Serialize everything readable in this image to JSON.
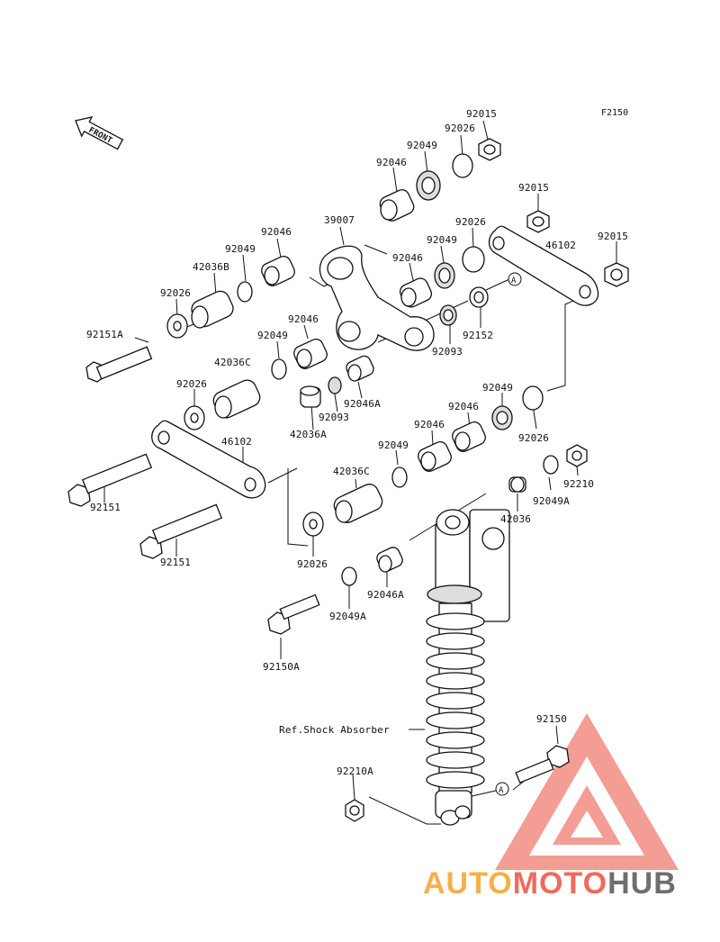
{
  "diagram": {
    "code": "F2150",
    "front_label": "FRONT",
    "ref_label": "Ref.Shock Absorber",
    "ref_marker": "A",
    "labels": {
      "p92015a": "92015",
      "p92026a": "92026",
      "p92049a": "92049",
      "p92046a": "92046",
      "p39007": "39007",
      "p92046b": "92046",
      "p92049b": "92049",
      "p42036b": "42036B",
      "p92026b": "92026",
      "p92151a": "92151A",
      "p92015b": "92015",
      "p92026c": "92026",
      "p46102a": "46102",
      "p92015c": "92015",
      "p92049c": "92049",
      "p92046c": "92046",
      "p92152": "92152",
      "p92093a": "92093",
      "p92046d": "92046",
      "p92049d": "92049",
      "p42036c1": "42036C",
      "p92046A1": "92046A",
      "p92093b": "92093",
      "p42036A": "42036A",
      "p92026d": "92026",
      "p92049e": "92049",
      "p92046e": "92046",
      "p92046f": "92046",
      "p92026e": "92026",
      "p92049f": "92049",
      "p42036c2": "42036C",
      "p46102b": "46102",
      "p92210": "92210",
      "p92049A1": "92049A",
      "p42036": "42036",
      "p92151a2": "92151",
      "p92151b": "92151",
      "p92026f": "92026",
      "p92046A2": "92046A",
      "p92049A2": "92049A",
      "p92150A": "92150A",
      "p92150": "92150",
      "p92210A": "92210A"
    }
  },
  "watermark": {
    "part1": "AUTO",
    "part2": "MOTO",
    "part3": "HUB",
    "color1": "#f5b04a",
    "color2": "#ef6b5b",
    "color3": "#6e6e6e"
  }
}
